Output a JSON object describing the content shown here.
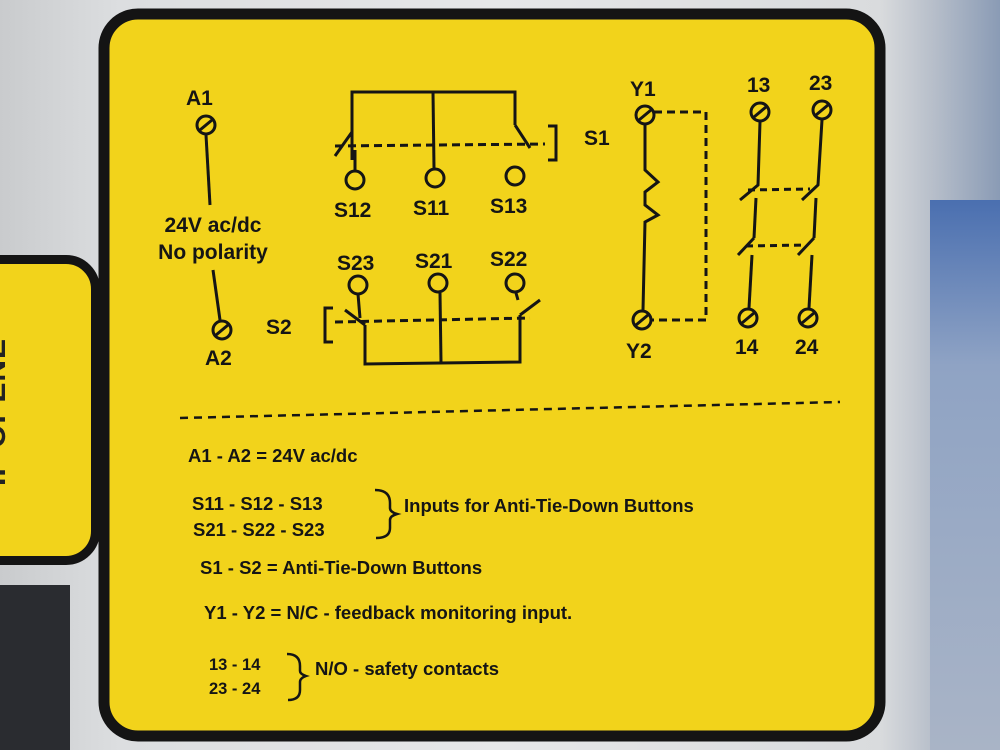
{
  "colors": {
    "label_yellow": "#f2d31b",
    "border": "#141414",
    "ink": "#151515"
  },
  "side_label": {
    "text": "IF OPENE"
  },
  "diagram": {
    "supply": {
      "a1": "A1",
      "a2": "A2",
      "voltage": "24V ac/dc",
      "polarity": "No polarity"
    },
    "s1": {
      "label": "S1",
      "terminals": [
        "S12",
        "S11",
        "S13"
      ]
    },
    "s2": {
      "label": "S2",
      "terminals": [
        "S23",
        "S21",
        "S22"
      ]
    },
    "feedback": {
      "y1": "Y1",
      "y2": "Y2"
    },
    "contacts": {
      "top": [
        "13",
        "23"
      ],
      "bottom": [
        "14",
        "24"
      ]
    }
  },
  "legend": {
    "line1": "A1 - A2 = 24V ac/dc",
    "inputs_a": "S11 - S12 - S13",
    "inputs_b": "S21 - S22 - S23",
    "inputs_desc": "Inputs for Anti-Tie-Down Buttons",
    "line3": "S1 - S2 = Anti-Tie-Down Buttons",
    "line4": "Y1 - Y2 = N/C - feedback monitoring input.",
    "contacts_a": "13 - 14",
    "contacts_b": "23 - 24",
    "contacts_desc": "N/O - safety contacts"
  }
}
